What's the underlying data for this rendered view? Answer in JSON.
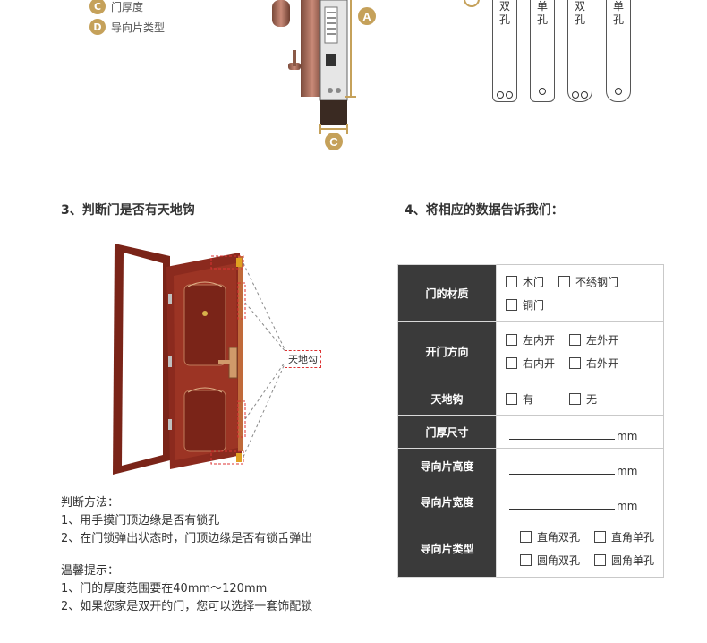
{
  "legend": [
    {
      "badge": "C",
      "label": "门厚度"
    },
    {
      "badge": "D",
      "label": "导向片类型"
    }
  ],
  "lock_diagram": {
    "marker_a": "A",
    "marker_c": "C"
  },
  "plates": [
    {
      "label_top": "双",
      "label_bottom": "孔",
      "holes": 2
    },
    {
      "label_top": "单",
      "label_bottom": "孔",
      "holes": 1
    },
    {
      "label_top": "双",
      "label_bottom": "孔",
      "holes": 2
    },
    {
      "label_top": "单",
      "label_bottom": "孔",
      "holes": 1
    }
  ],
  "section3": {
    "title": "3、判断门是否有天地钩",
    "callout": "天地勾",
    "method_title": "判断方法：",
    "methods": [
      "1、用手摸门顶边缘是否有锁孔",
      "2、在门锁弹出状态时，门顶边缘是否有锁舌弹出"
    ],
    "tips_title": "温馨提示：",
    "tips": [
      "1、门的厚度范围要在40mm～120mm",
      "2、如果您家是双开的门，您可以选择一套饰配锁"
    ]
  },
  "section4": {
    "title": "4、将相应的数据告诉我们：",
    "rows": [
      {
        "label": "门的材质",
        "options": [
          [
            "木门",
            "不绣钢门"
          ],
          [
            "铜门"
          ]
        ]
      },
      {
        "label": "开门方向",
        "options": [
          [
            "左内开",
            "左外开"
          ],
          [
            "右内开",
            "右外开"
          ]
        ]
      },
      {
        "label": "天地钩",
        "options": [
          [
            "有",
            "无"
          ]
        ]
      },
      {
        "label": "门厚尺寸",
        "unit": "mm"
      },
      {
        "label": "导向片高度",
        "unit": "mm"
      },
      {
        "label": "导向片宽度",
        "unit": "mm"
      },
      {
        "label": "导向片类型",
        "options": [
          [
            "直角双孔",
            "直角单孔"
          ],
          [
            "圆角双孔",
            "圆角单孔"
          ]
        ]
      }
    ]
  },
  "colors": {
    "gold": "#c5a15a",
    "table_header": "#3a3a3a",
    "door": "#8b2a1e"
  }
}
